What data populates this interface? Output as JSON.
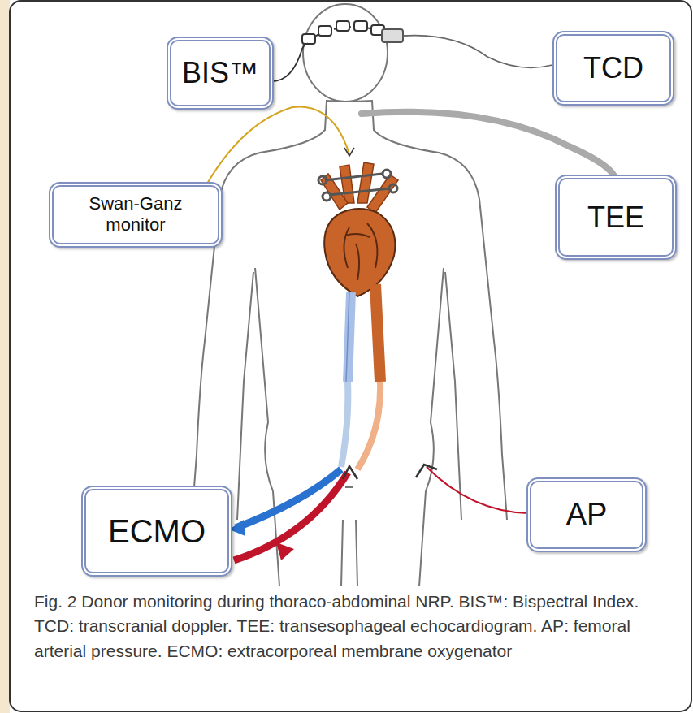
{
  "diagram": {
    "caption": "Fig. 2 Donor monitoring during thoraco-abdominal NRP. BIS™: Bispectral Index. TCD: transcranial doppler. TEE: transesophageal echocardiogram. AP: femoral arterial pressure. ECMO: extracorporeal membrane oxygenator",
    "nodes": [
      {
        "text": [
          "BIS™"
        ]
      },
      {
        "text": [
          "TCD"
        ]
      },
      {
        "text": [
          "Swan-Ganz monitor"
        ]
      },
      {
        "text": [
          "TEE"
        ]
      },
      {
        "text": [
          "ECMO"
        ]
      },
      {
        "text": [
          "AP"
        ]
      }
    ]
  }
}
